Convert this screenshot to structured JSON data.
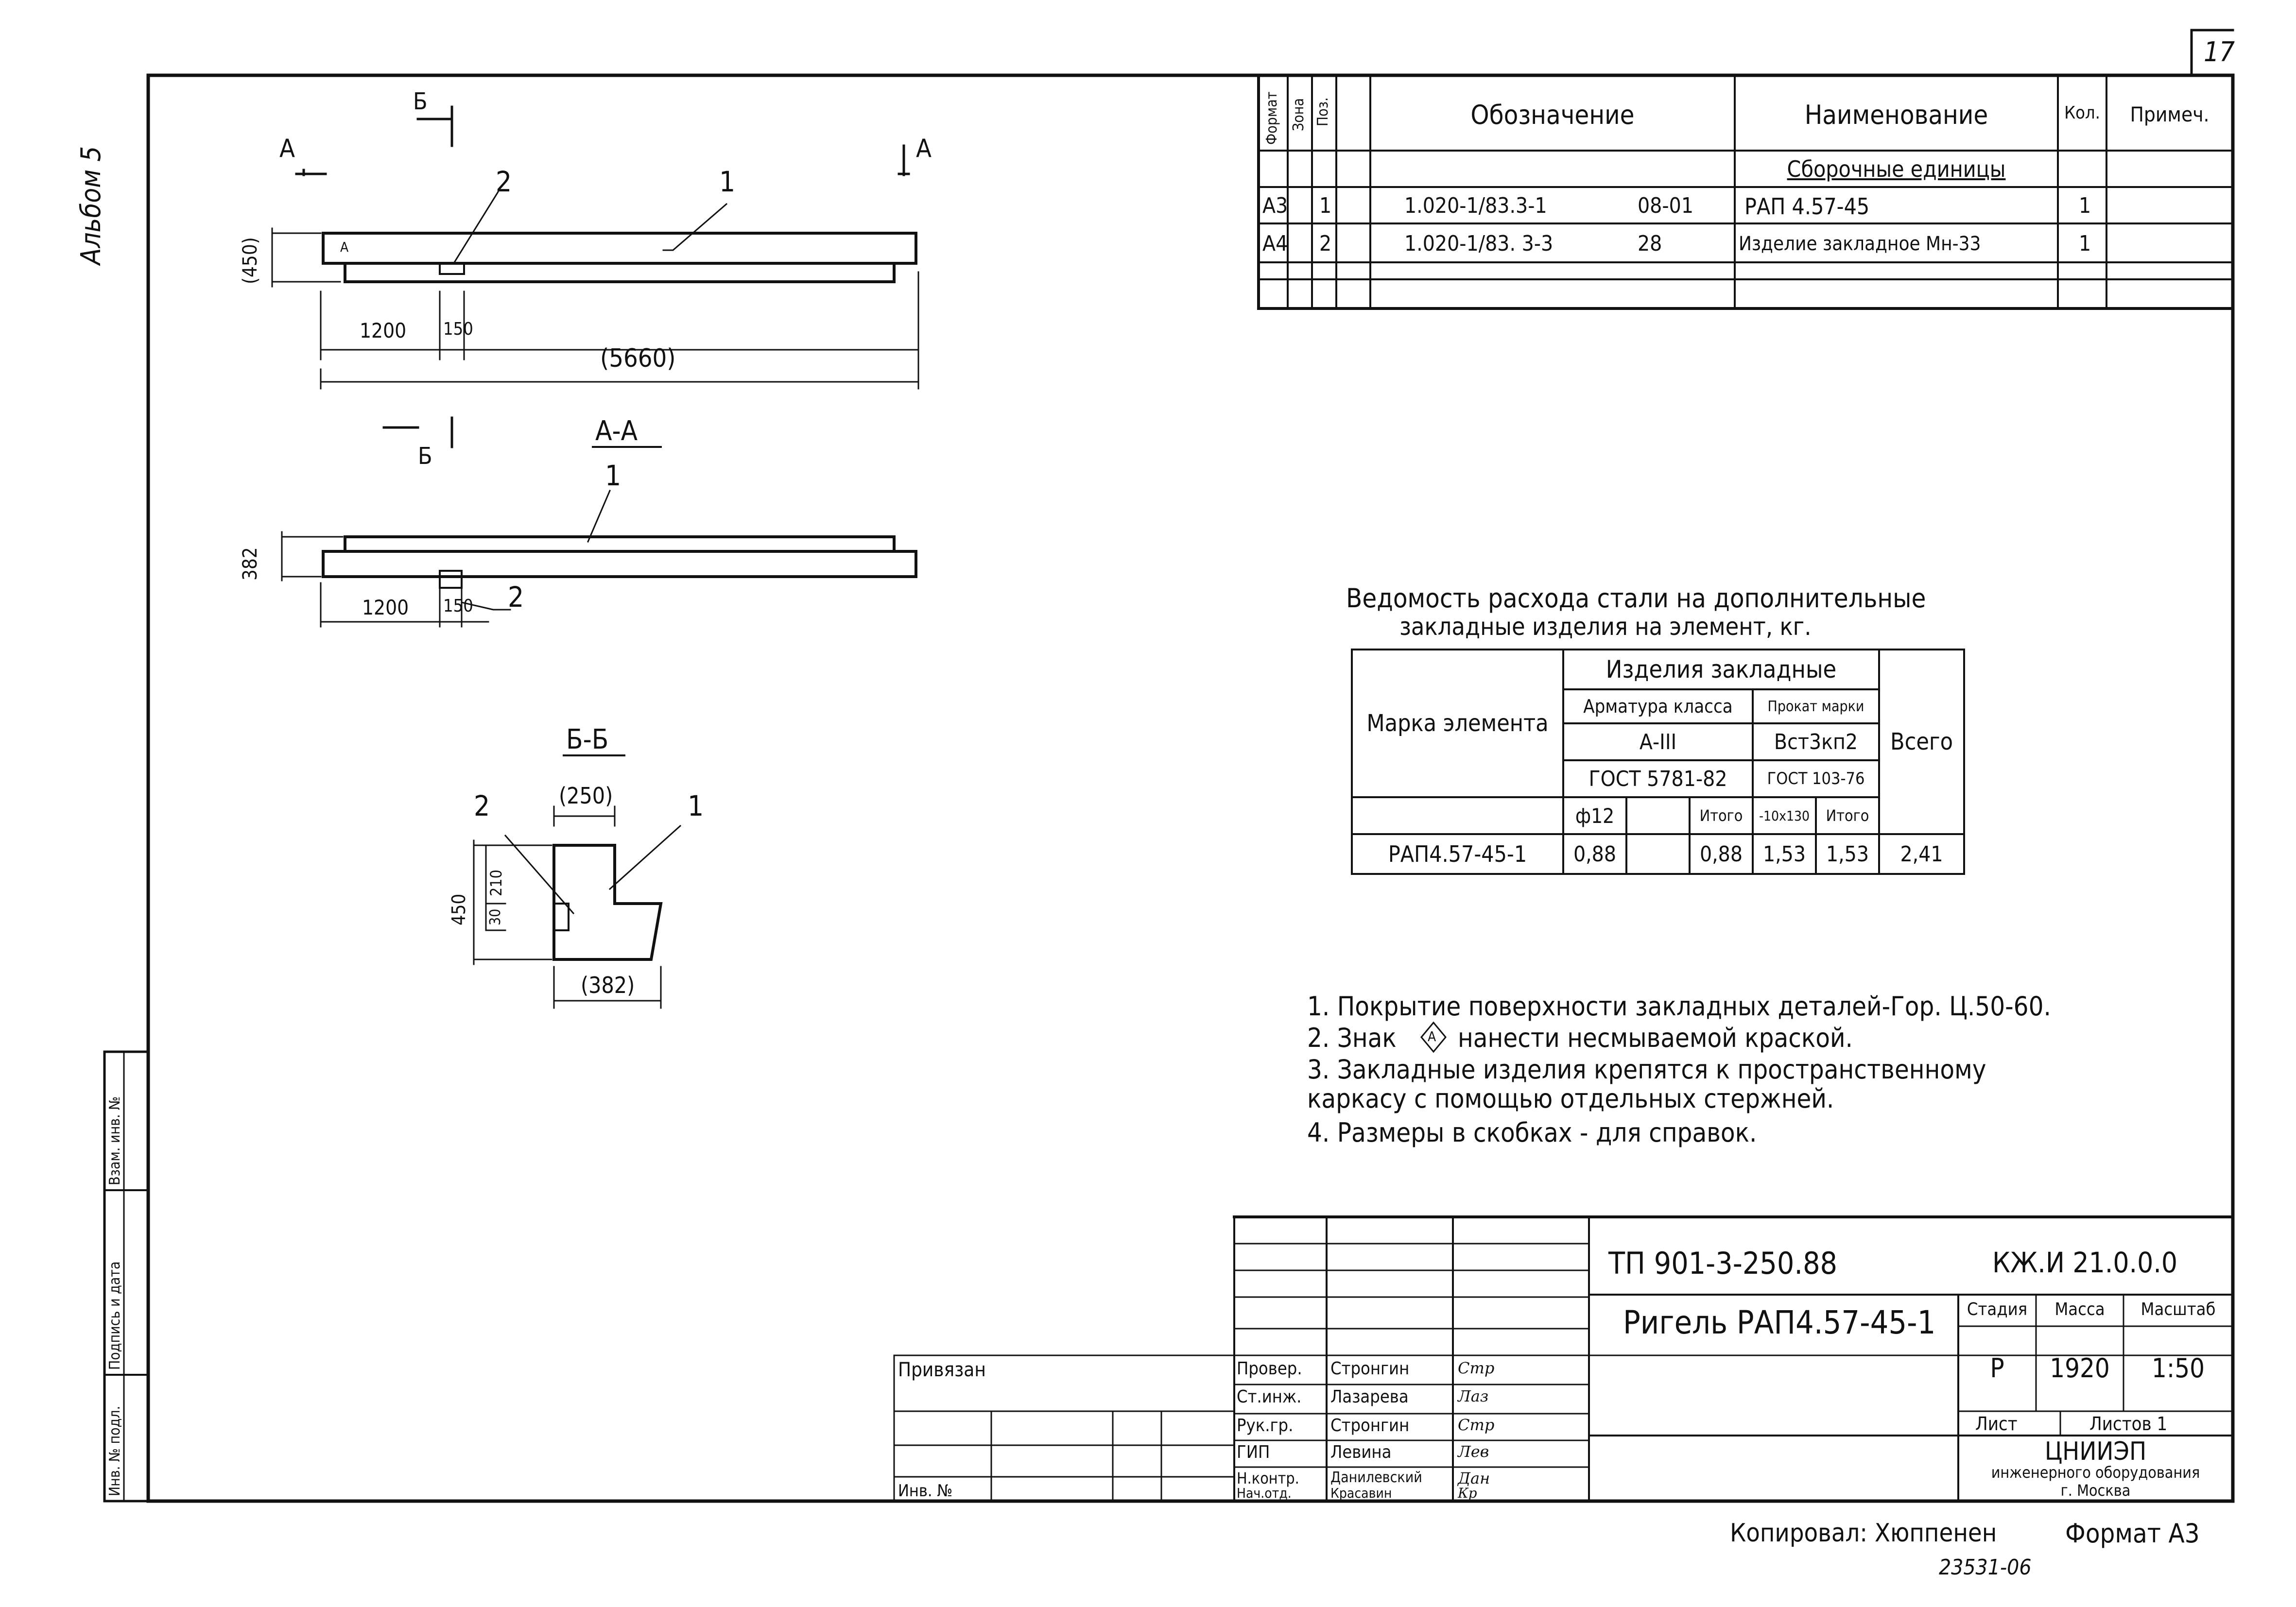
{
  "sheet": {
    "page_number": "17",
    "album": "Альбом 5",
    "doc_code": "ТП 901-3-250.88",
    "doc_mark": "КЖ.И 21.0.0.0",
    "title": "Ригель РАП4.57-45-1",
    "stage_label": "Стадия",
    "mass_label": "Масса",
    "scale_label": "Масштаб",
    "stage": "Р",
    "mass": "1920",
    "scale": "1:50",
    "sheet_label": "Лист",
    "sheets_label": "Листов 1",
    "org_line1": "ЦНИИЭП",
    "org_line2": "инженерного оборудования",
    "org_line3": "г. Москва",
    "copied": "Копировал: Хюппенен",
    "format": "Формат А3",
    "archive_no": "23531-06",
    "privyazan": "Привязан",
    "inv_no": "Инв. №"
  },
  "side_stamp": {
    "inv_orig": "Инв. № подл.",
    "sign_date": "Подпись и дата",
    "replace_inv": "Взам. инв. №"
  },
  "spec": {
    "headers": {
      "format": "Формат",
      "zone": "Зона",
      "pos": "Поз.",
      "designation": "Обозначение",
      "name": "Наименование",
      "qty": "Кол.",
      "note": "Примеч."
    },
    "section": "Сборочные единицы",
    "rows": [
      {
        "format": "А3",
        "pos": "1",
        "designation": "1.020-1/83.3-1",
        "designation_suffix": "08-01",
        "name": "РАП 4.57-45",
        "qty": "1"
      },
      {
        "format": "А4",
        "pos": "2",
        "designation": "1.020-1/83. 3-3",
        "designation_suffix": "28",
        "name": "Изделие закладное Мн-33",
        "qty": "1"
      }
    ]
  },
  "steel": {
    "title_line1": "Ведомость расхода стали на дополнительные",
    "title_line2": "закладные изделия на элемент, кг.",
    "col_mark": "Марка элемента",
    "group": "Изделия закладные",
    "arm_class": "Арматура класса",
    "rolled_mark": "Прокат марки",
    "arm_grade": "А-III",
    "rolled_grade": "Вст3кп2",
    "arm_gost": "ГОСТ 5781-82",
    "rolled_gost": "ГОСТ 103-76",
    "total": "Всего",
    "sub_phi": "ф12",
    "sub_itogo": "Итого",
    "sub_size": "-10х130",
    "row": {
      "mark": "РАП4.57-45-1",
      "phi12": "0,88",
      "itogo1": "0,88",
      "size": "1,53",
      "itogo2": "1,53",
      "total": "2,41"
    }
  },
  "notes": [
    "1. Покрытие поверхности закладных деталей-Гор. Ц.50-60.",
    "2. Знак",
    "нанести несмываемой краской.",
    "3. Закладные изделия крепятся к пространственному",
    "каркасу с помощью отдельных стержней.",
    "4. Размеры в скобках - для справок."
  ],
  "notes_marker": "А",
  "staff": [
    {
      "role": "Провер.",
      "name": "Стронгин",
      "sign": "Стр"
    },
    {
      "role": "Ст.инж.",
      "name": "Лазарева",
      "sign": "Лаз"
    },
    {
      "role": "Рук.гр.",
      "name": "Стронгин",
      "sign": "Стр"
    },
    {
      "role": "ГИП",
      "name": "Левина",
      "sign": "Лев"
    },
    {
      "role": "Н.контр.",
      "name": "Данилевский",
      "sign": "Дан"
    },
    {
      "role": "Нач.отд.",
      "name": "Красавин",
      "sign": "Кр"
    }
  ],
  "drawing": {
    "elev_dim_h": "(450)",
    "elev_dim_1200": "1200",
    "elev_dim_150": "150",
    "elev_dim_len": "(5660)",
    "cut_a": "А",
    "cut_b": "Б",
    "sec_aa": "А-А",
    "sec_bb": "Б-Б",
    "aa_dim_h": "382",
    "aa_dim_1200": "1200",
    "aa_dim_150": "150",
    "bb_dim_top": "(250)",
    "bb_dim_bottom": "(382)",
    "bb_dim_450": "450",
    "bb_dim_210": "210",
    "bb_dim_30": "30",
    "pos1": "1",
    "pos2": "2",
    "marker_a": "А"
  }
}
